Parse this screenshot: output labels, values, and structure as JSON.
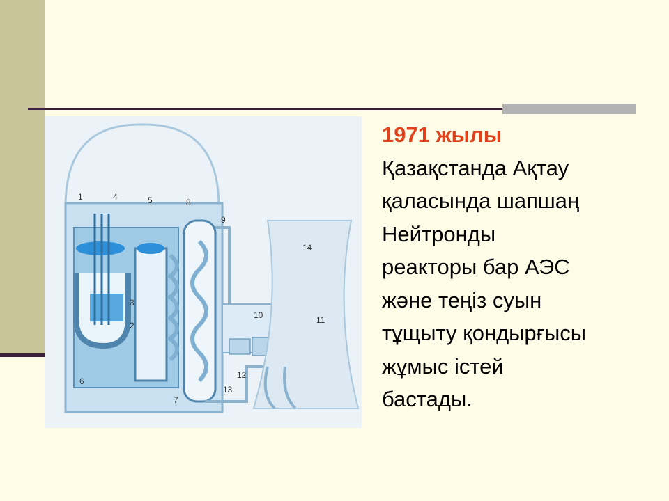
{
  "slide": {
    "title": "1971 жылы",
    "body_lines": [
      "Қазақстанда Ақтау",
      "қаласында шапшаң",
      "Нейтронды",
      "реакторы бар АЭС",
      "және теңіз суын",
      "тұщыту қондырғысы",
      "жұмыс істей",
      "бастады."
    ]
  },
  "diagram": {
    "labels": [
      "1",
      "2",
      "3",
      "4",
      "5",
      "6",
      "7",
      "8",
      "9",
      "10",
      "11",
      "12",
      "13",
      "14"
    ]
  },
  "colors": {
    "background": "#fffde7",
    "accent_band": "#c8c49a",
    "rule": "#3c1f39",
    "title": "#e0421b"
  }
}
